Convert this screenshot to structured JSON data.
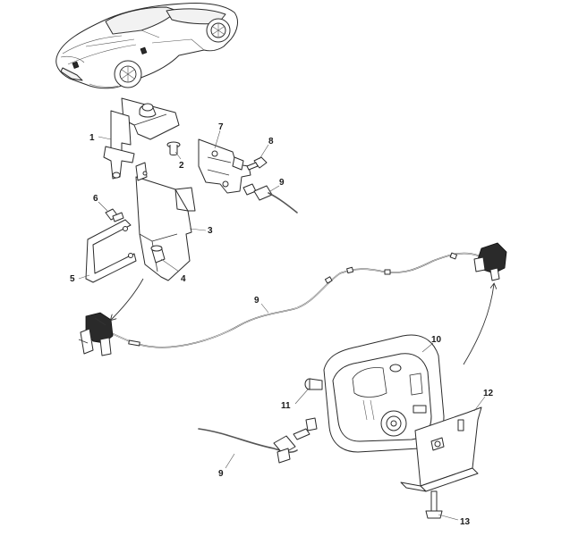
{
  "callouts": {
    "c1": "1",
    "c2": "2",
    "c3": "3",
    "c4": "4",
    "c5": "5",
    "c6": "6",
    "c7": "7",
    "c8": "8",
    "c9a": "9",
    "c9b": "9",
    "c9c": "9",
    "c10": "10",
    "c11": "11",
    "c12": "12",
    "c13": "13"
  }
}
